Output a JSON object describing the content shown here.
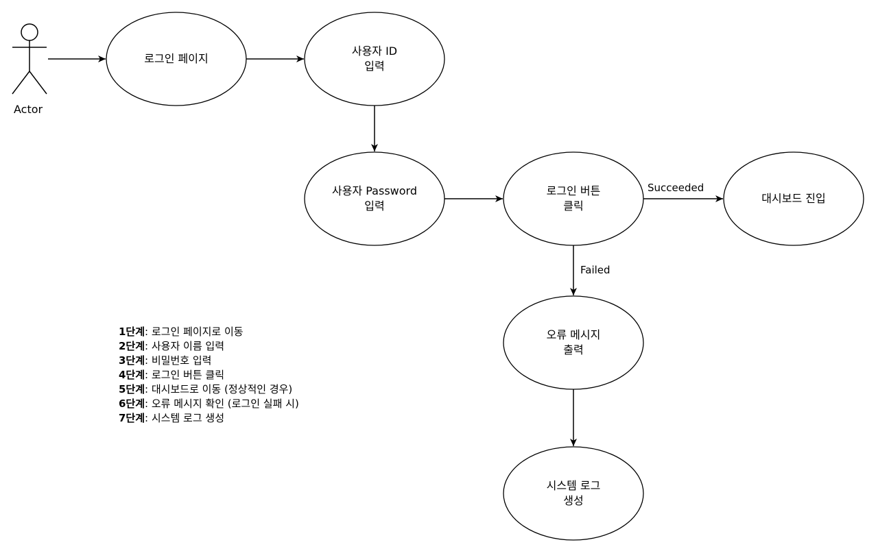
{
  "actor": {
    "label": "Actor"
  },
  "nodes": [
    {
      "id": "login_page",
      "lines": [
        "로그인 페이지"
      ]
    },
    {
      "id": "user_id",
      "lines": [
        "사용자 ID",
        "입력"
      ]
    },
    {
      "id": "user_pw",
      "lines": [
        "사용자 Password",
        "입력"
      ]
    },
    {
      "id": "login_click",
      "lines": [
        "로그인 버튼",
        "클릭"
      ]
    },
    {
      "id": "dashboard",
      "lines": [
        "대시보드 진입"
      ]
    },
    {
      "id": "error_msg",
      "lines": [
        "오류 메시지",
        "출력"
      ]
    },
    {
      "id": "system_log",
      "lines": [
        "시스템 로그",
        "생성"
      ]
    }
  ],
  "edges": {
    "succeeded": "Succeeded",
    "failed": "Failed"
  },
  "steps": [
    {
      "step": "1단계",
      "text": ": 로그인 페이지로 이동"
    },
    {
      "step": "2단계",
      "text": ": 사용자 이름 입력"
    },
    {
      "step": "3단계",
      "text": ": 비밀번호 입력"
    },
    {
      "step": "4단계",
      "text": ": 로그인 버튼 클릭"
    },
    {
      "step": "5단계",
      "text": ": 대시보드로 이동 (정상적인 경우)"
    },
    {
      "step": "6단계",
      "text": ": 오류 메시지 확인 (로그인 실패 시)"
    },
    {
      "step": "7단계",
      "text": ": 시스템 로그 생성"
    }
  ]
}
